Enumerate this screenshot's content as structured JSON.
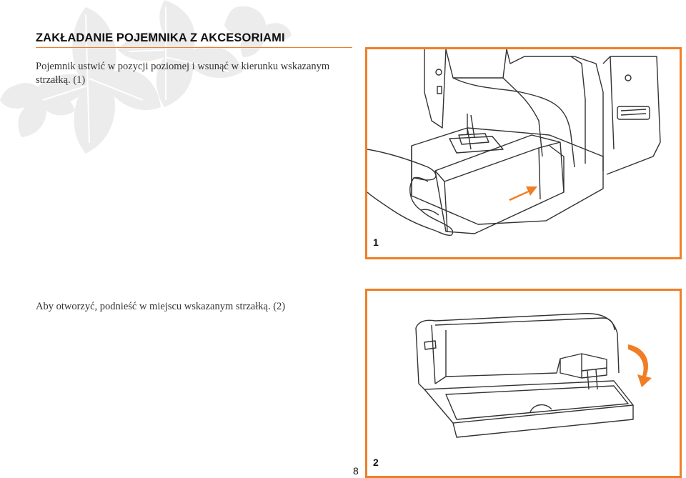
{
  "heading": "ZAKŁADANIE POJEMNIKA Z AKCESORIAMI",
  "paragraph1": "Pojemnik ustwić w pozycji poziomej  i wsunąć w kierunku wskazanym strzałką. (1)",
  "paragraph2": "Aby otworzyć, podnieść w miejscu wskazanym strzałką. (2)",
  "figures": [
    {
      "label": "1"
    },
    {
      "label": "2"
    }
  ],
  "page_number": "8",
  "colors": {
    "accent": "#f07e26",
    "leaf": "#ececec"
  }
}
